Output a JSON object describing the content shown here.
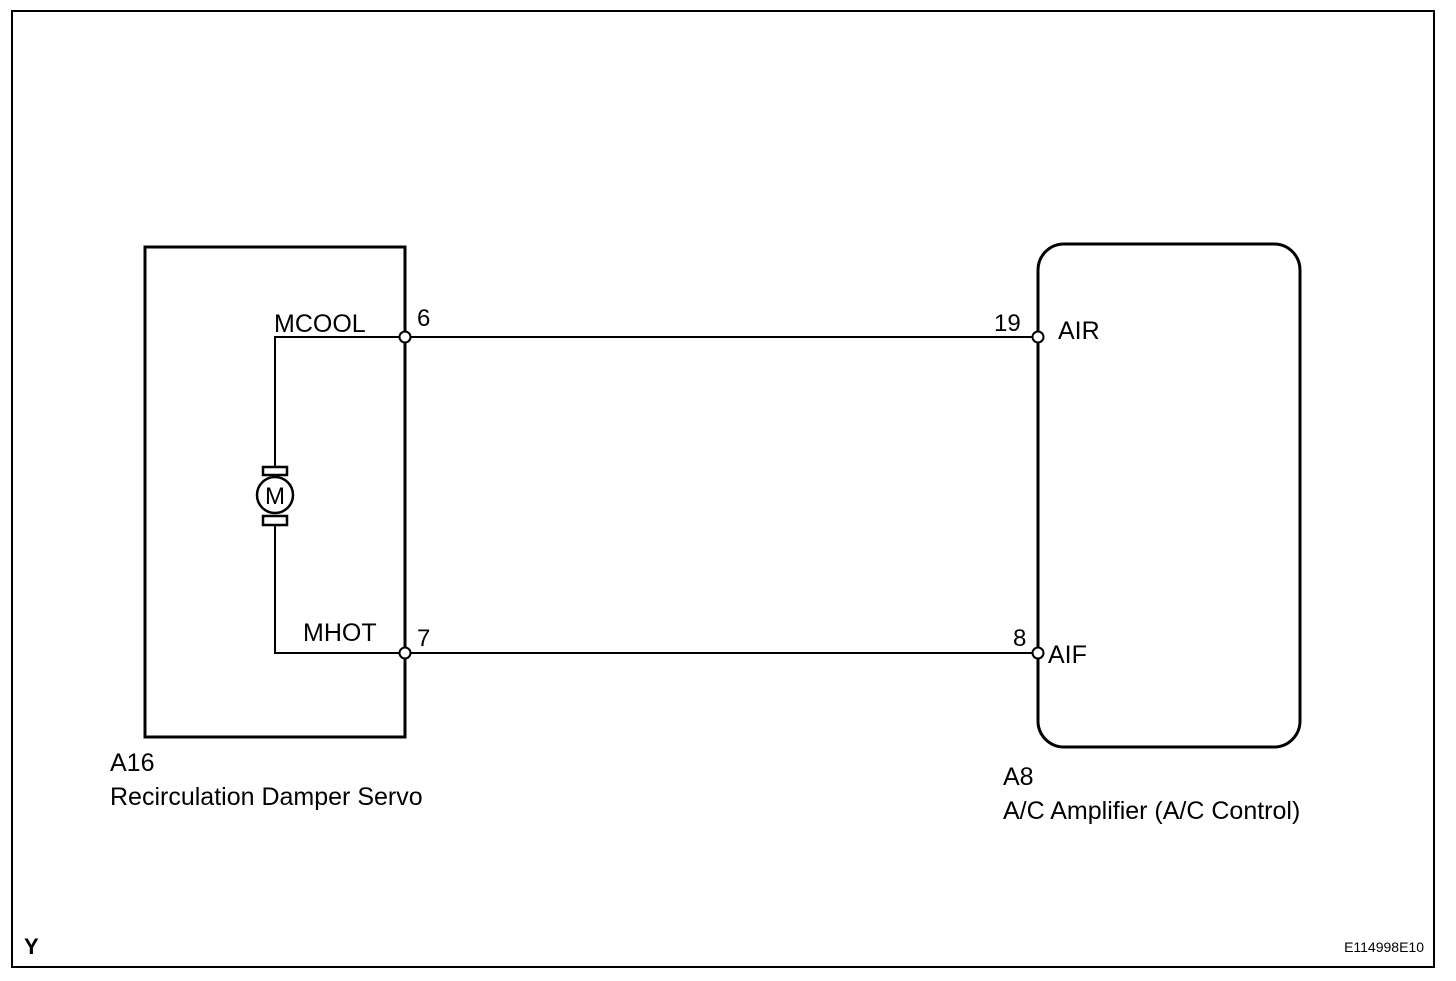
{
  "servo": {
    "id": "A16",
    "name": "Recirculation Damper Servo",
    "motor_symbol": "M",
    "pins": [
      {
        "signal": "MCOOL",
        "number": "6"
      },
      {
        "signal": "MHOT",
        "number": "7"
      }
    ]
  },
  "amplifier": {
    "id": "A8",
    "name": "A/C Amplifier (A/C Control)",
    "pins": [
      {
        "signal": "AIR",
        "number": "19"
      },
      {
        "signal": "AIF",
        "number": "8"
      }
    ]
  },
  "connections": [
    {
      "from": "A16-6 MCOOL",
      "to": "A8-19 AIR"
    },
    {
      "from": "A16-7 MHOT",
      "to": "A8-8 AIF"
    }
  ],
  "corner_mark": "Y",
  "figure_code": "E114998E10"
}
